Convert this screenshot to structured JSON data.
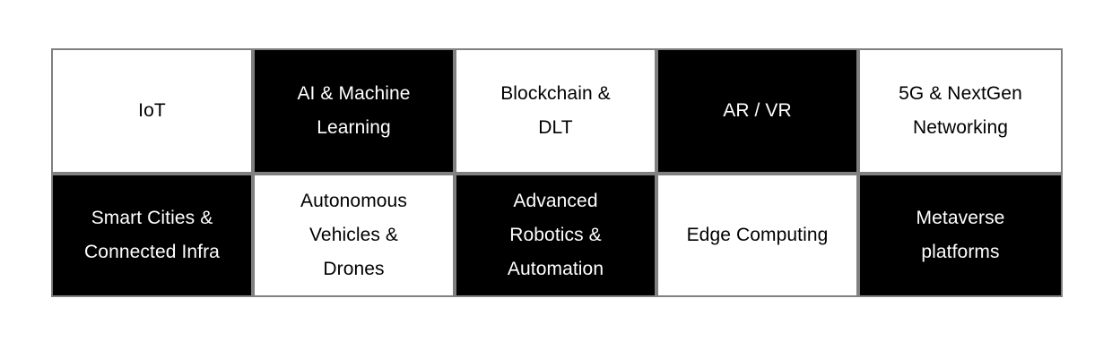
{
  "diagram": {
    "type": "checkerboard-grid",
    "title": "",
    "columns": 5,
    "rows": 2,
    "colors": {
      "background": "#ffffff",
      "light_cell_fill": "#ffffff",
      "light_cell_text": "#000000",
      "dark_cell_fill": "#000000",
      "dark_cell_text": "#ffffff",
      "border": "#808080"
    },
    "cells": [
      {
        "id": "iot",
        "label": "IoT",
        "style": "light",
        "row": 1,
        "col": 1
      },
      {
        "id": "ai-machine-learning",
        "label": "AI & Machine\nLearning",
        "style": "dark",
        "row": 1,
        "col": 2
      },
      {
        "id": "blockchain-dlt",
        "label": "Blockchain &\nDLT",
        "style": "light",
        "row": 1,
        "col": 3
      },
      {
        "id": "ar-vr",
        "label": "AR / VR",
        "style": "dark",
        "row": 1,
        "col": 4
      },
      {
        "id": "5g-nextgen-networking",
        "label": "5G & NextGen\nNetworking",
        "style": "light",
        "row": 1,
        "col": 5
      },
      {
        "id": "smart-cities-connected-infra",
        "label": "Smart Cities &\nConnected Infra",
        "style": "dark",
        "row": 2,
        "col": 1
      },
      {
        "id": "autonomous-vehicles-drones",
        "label": "Autonomous\nVehicles &\nDrones",
        "style": "light",
        "row": 2,
        "col": 2
      },
      {
        "id": "advanced-robotics-automation",
        "label": "Advanced\nRobotics &\nAutomation",
        "style": "dark",
        "row": 2,
        "col": 3
      },
      {
        "id": "edge-computing",
        "label": "Edge Computing",
        "style": "light",
        "row": 2,
        "col": 4
      },
      {
        "id": "metaverse-platforms",
        "label": "Metaverse\nplatforms",
        "style": "dark",
        "row": 2,
        "col": 5
      }
    ]
  }
}
